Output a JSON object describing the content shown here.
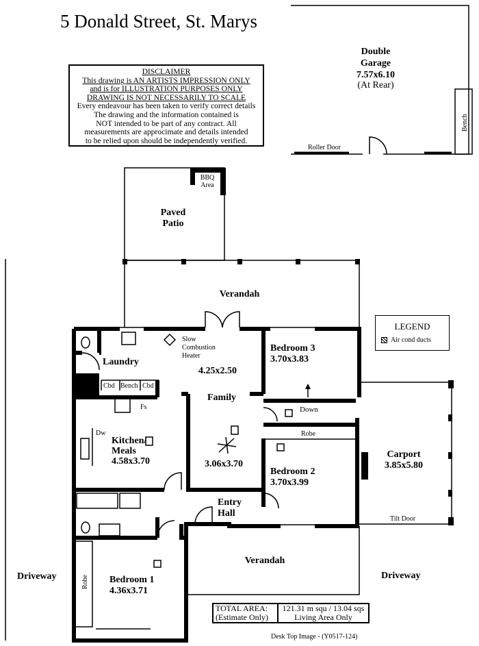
{
  "title": "5 Donald Street, St. Marys",
  "disclaimer": {
    "heading": "DISCLAIMER",
    "line1": "This drawing is AN ARTISTS IMPRESSION ONLY",
    "line2": "and is for ILLUSTRATION PURPOSES ONLY",
    "line3": "DRAWING IS NOT NECESSARILY TO SCALE",
    "line4": "Every endeavour has been taken to verify correct details",
    "line5": "The drawing and the information contained is",
    "line6": "NOT intended to be part of any contract. All",
    "line7": "measurements are approcimate and details intended",
    "line8": "to be relied upon should be independently verified."
  },
  "garage": {
    "name1": "Double",
    "name2": "Garage",
    "size": "7.57x6.10",
    "note": "(At Rear)",
    "roller_door": "Roller Door",
    "bench": "Bench"
  },
  "patio": {
    "name1": "Paved",
    "name2": "Patio",
    "bbq1": "BBQ",
    "bbq2": "Area"
  },
  "verandah_top": "Verandah",
  "legend": {
    "title": "LEGEND",
    "item": "Air cond ducts"
  },
  "rooms": {
    "laundry": "Laundry",
    "cbd1": "Cbd",
    "bench": "Bench",
    "cbd2": "Cbd",
    "heater1": "Slow",
    "heater2": "Combustion",
    "heater3": "Heater",
    "living_size": "4.25x2.50",
    "family": "Family",
    "family_size": "3.06x3.70",
    "bed3": "Bedroom 3",
    "bed3_size": "3.70x3.83",
    "down": "Down",
    "fs": "Fs",
    "dw": "Dw",
    "kitchen1": "Kitchen/",
    "kitchen2": "Meals",
    "kitchen_size": "4.58x3.70",
    "robe2": "Robe",
    "bed2": "Bedroom 2",
    "bed2_size": "3.70x3.99",
    "carport": "Carport",
    "carport_size": "3.85x5.80",
    "tilt_door": "Tilt Door",
    "entry1": "Entry",
    "entry2": "Hall",
    "verandah_bottom": "Verandah",
    "robe1": "Robe",
    "bed1": "Bedroom 1",
    "bed1_size": "4.36x3.71",
    "driveway_left": "Driveway",
    "driveway_right": "Driveway"
  },
  "total": {
    "label1": "TOTAL AREA:",
    "label2": "(Estimate Only)",
    "value1": "121.31 m squ /  13.04 sqs",
    "value2": "Living Area Only"
  },
  "credit": "Desk Top Image - (Y0517-124)"
}
